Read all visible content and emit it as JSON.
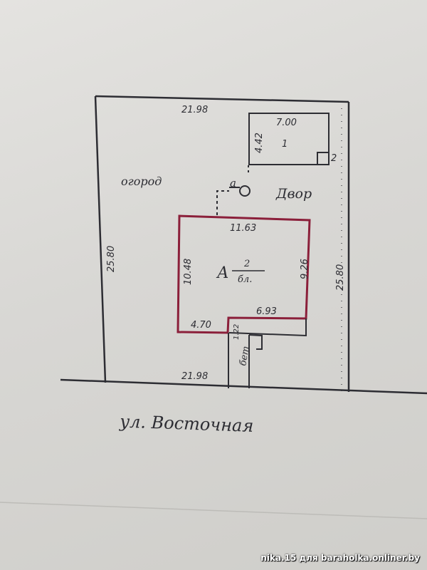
{
  "plan": {
    "lot": {
      "top": "21.98",
      "bottom": "21.98",
      "left": "25.80",
      "right": "25.80"
    },
    "zones": {
      "garden": "огород",
      "yard": "Двор"
    },
    "shed": {
      "width": "7.00",
      "depth": "4.42",
      "number": "1",
      "annex": "2"
    },
    "house": {
      "top": "11.63",
      "left": "10.48",
      "right": "9.26",
      "step_right": "6.93",
      "step_left": "4.70",
      "step_height": "1.22",
      "label_letter": "А",
      "floors": "2",
      "material": "бл."
    },
    "porch": "бет",
    "outbuilding_a": "а",
    "street": "ул. Восточная"
  },
  "watermark": "nika.15 для baraholka.onliner.by",
  "colors": {
    "house_outline": "#8b1f3a",
    "ink": "#2d2d33",
    "paper": "#dcdbd8"
  }
}
